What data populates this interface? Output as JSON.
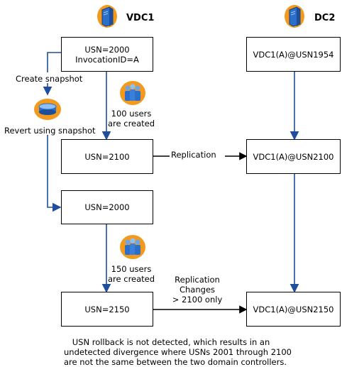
{
  "headers": {
    "left": "VDC1",
    "right": "DC2"
  },
  "left_boxes": [
    {
      "line1": "USN=2000",
      "line2": "InvocationID=A"
    },
    {
      "line1": "USN=2100"
    },
    {
      "line1": "USN=2000"
    },
    {
      "line1": "USN=2150"
    }
  ],
  "right_boxes": [
    {
      "line1": "VDC1(A)@USN1954"
    },
    {
      "line1": "VDC1(A)@USN2100"
    },
    {
      "line1": "VDC1(A)@USN2150"
    }
  ],
  "labels": {
    "create_snapshot": "Create snapshot",
    "revert_snapshot": "Revert using snapshot",
    "users_100_line1": "100 users",
    "users_100_line2": "are created",
    "users_150_line1": "150 users",
    "users_150_line2": "are created",
    "replication_1": "Replication",
    "replication_2_line1": "Replication",
    "replication_2_line2": "Changes",
    "replication_2_line3": "> 2100 only"
  },
  "caption": {
    "line1": "USN rollback is not detected, which results in an",
    "line2": "undetected divergence where USNs 2001 through 2100",
    "line3": "are not the same between the two domain controllers."
  },
  "colors": {
    "arrow": "#1f4e9c",
    "box_border": "#000000",
    "icon_orange": "#f39a1e",
    "icon_blue": "#2a6fc9"
  }
}
